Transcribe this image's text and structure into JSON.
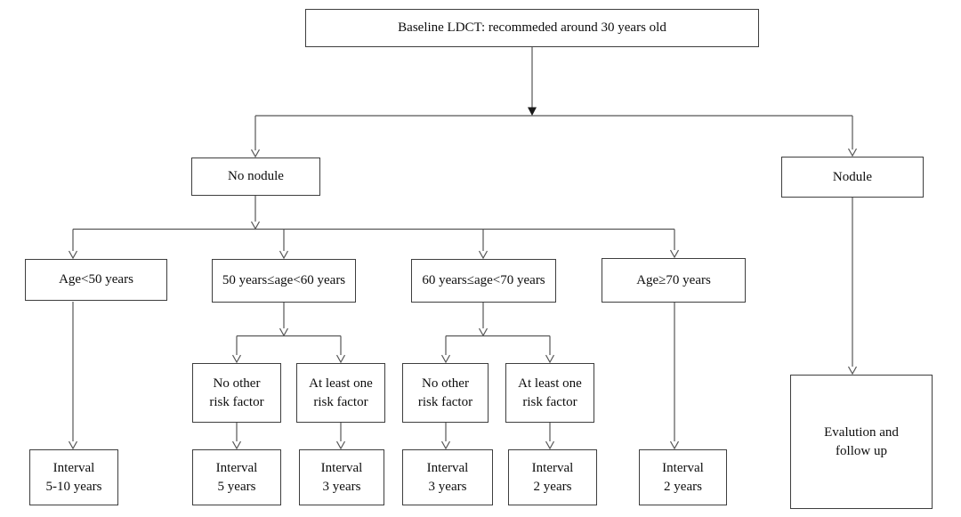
{
  "colors": {
    "background": "#ffffff",
    "box_border": "#3e3e3e",
    "connector_line": "#565656",
    "text": "#0d0d0d"
  },
  "flowchart": {
    "nodes": {
      "baseline": {
        "label": "Baseline LDCT: recommeded around 30 years old"
      },
      "no_nodule": {
        "label": "No nodule"
      },
      "nodule": {
        "label": "Nodule"
      },
      "age_lt50": {
        "label": "Age<50 years"
      },
      "age_50_60": {
        "label": "50 years≤age<60 years"
      },
      "age_60_70": {
        "label": "60 years≤age<70 years"
      },
      "age_ge70": {
        "label": "Age≥70 years"
      },
      "rf_5060_none": {
        "label": "No other\nrisk factor"
      },
      "rf_5060_one": {
        "label": "At least one\nrisk factor"
      },
      "rf_6070_none": {
        "label": "No other\nrisk factor"
      },
      "rf_6070_one": {
        "label": "At least one\nrisk factor"
      },
      "interval_5_10": {
        "label": "Interval\n5-10 years"
      },
      "interval_5": {
        "label": "Interval\n5 years"
      },
      "interval_3_a": {
        "label": "Interval\n3 years"
      },
      "interval_3_b": {
        "label": "Interval\n3 years"
      },
      "interval_2_a": {
        "label": "Interval\n2 years"
      },
      "interval_2_b": {
        "label": "Interval\n2 years"
      },
      "evaluation": {
        "label": "Evalution and\nfollow up"
      }
    },
    "edges": [
      {
        "from": "baseline",
        "to": "no_nodule"
      },
      {
        "from": "baseline",
        "to": "nodule"
      },
      {
        "from": "no_nodule",
        "to": "age_lt50"
      },
      {
        "from": "no_nodule",
        "to": "age_50_60"
      },
      {
        "from": "no_nodule",
        "to": "age_60_70"
      },
      {
        "from": "no_nodule",
        "to": "age_ge70"
      },
      {
        "from": "age_lt50",
        "to": "interval_5_10"
      },
      {
        "from": "age_50_60",
        "to": "rf_5060_none"
      },
      {
        "from": "age_50_60",
        "to": "rf_5060_one"
      },
      {
        "from": "rf_5060_none",
        "to": "interval_5"
      },
      {
        "from": "rf_5060_one",
        "to": "interval_3_a"
      },
      {
        "from": "age_60_70",
        "to": "rf_6070_none"
      },
      {
        "from": "age_60_70",
        "to": "rf_6070_one"
      },
      {
        "from": "rf_6070_none",
        "to": "interval_3_b"
      },
      {
        "from": "rf_6070_one",
        "to": "interval_2_a"
      },
      {
        "from": "age_ge70",
        "to": "interval_2_b"
      },
      {
        "from": "nodule",
        "to": "evaluation"
      }
    ]
  }
}
